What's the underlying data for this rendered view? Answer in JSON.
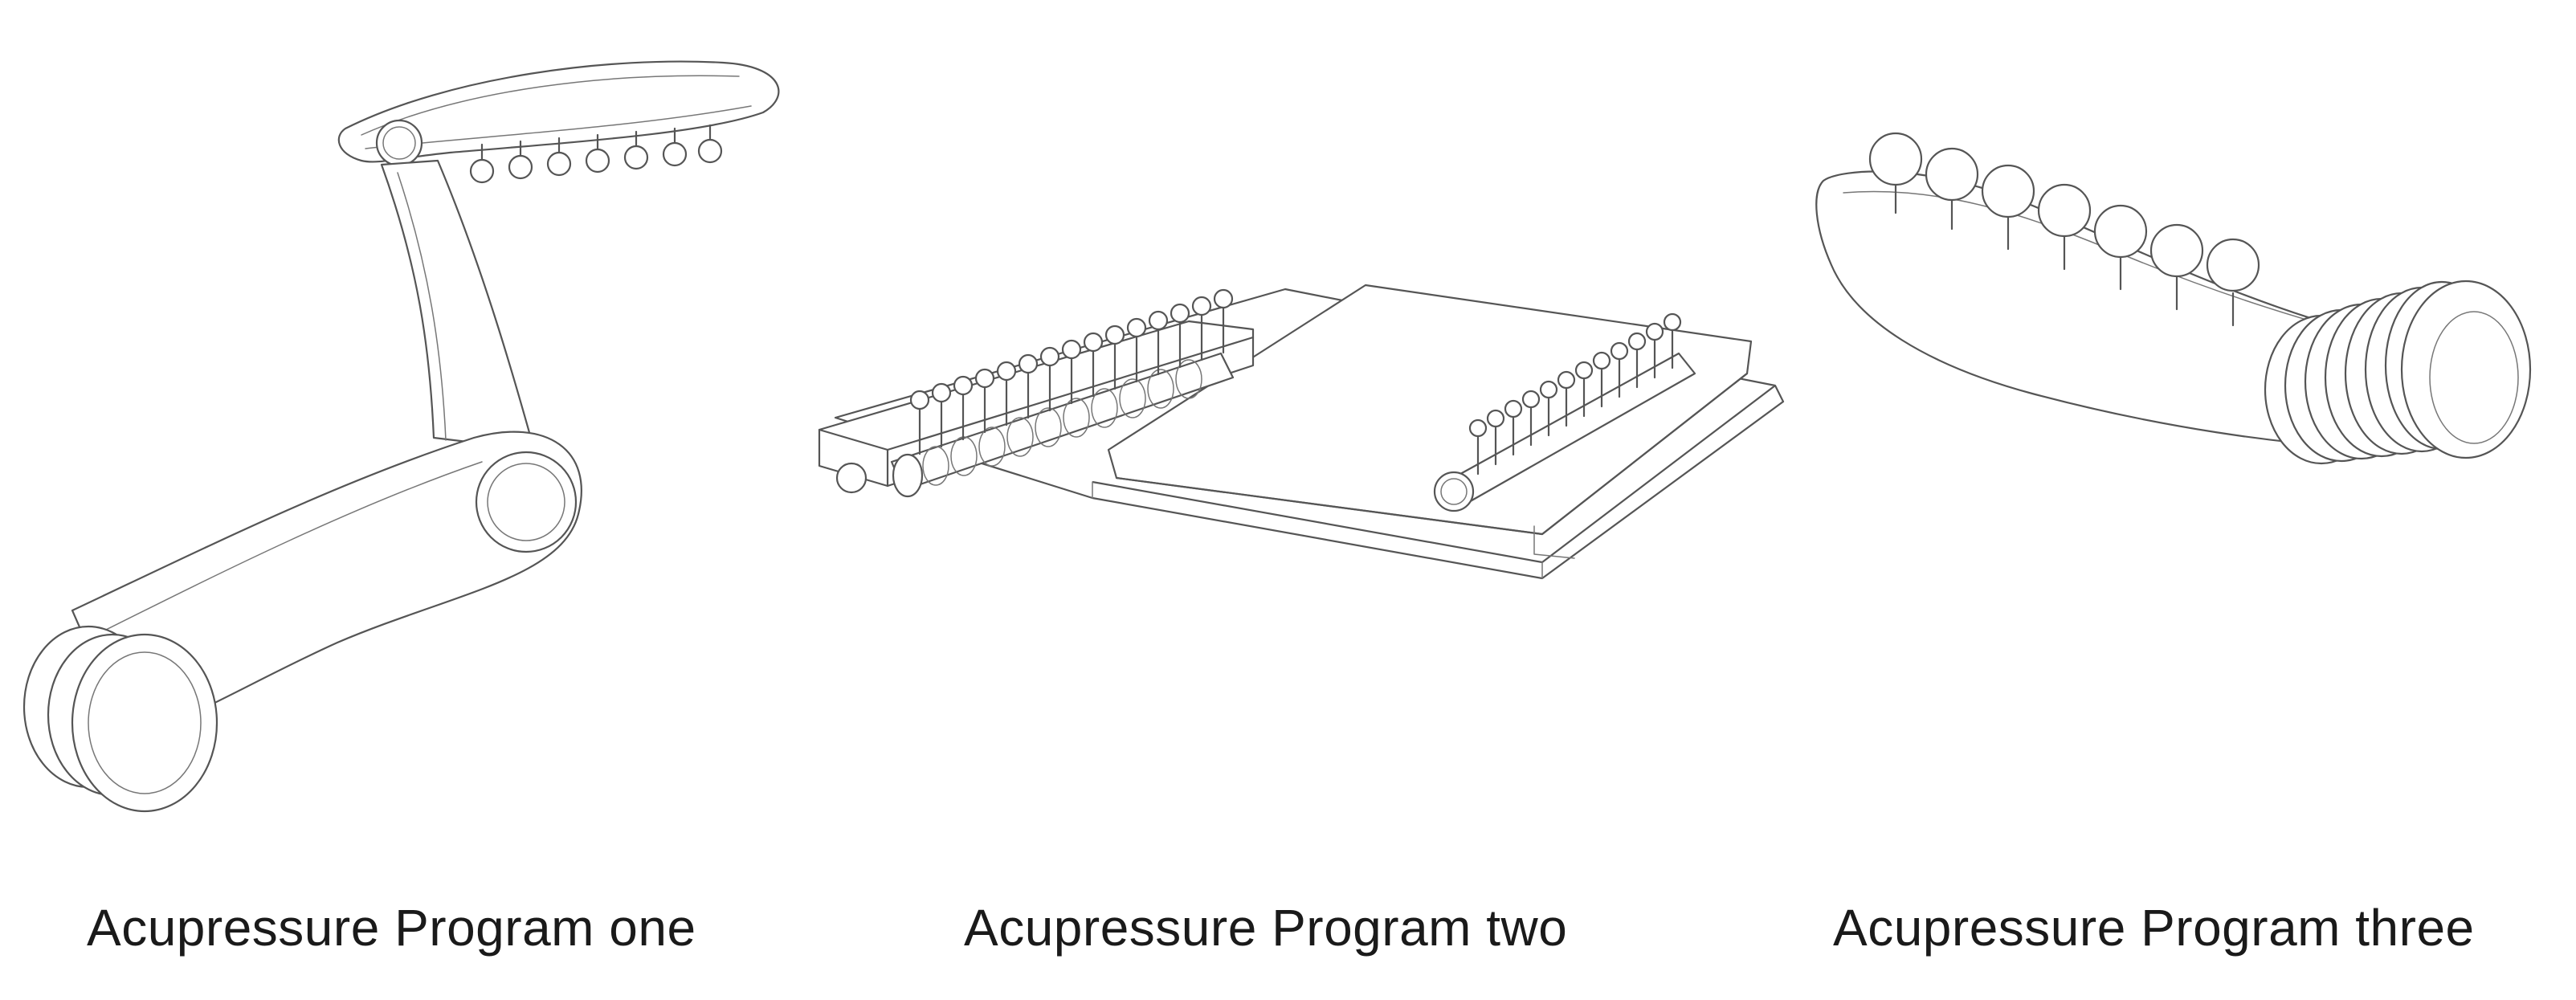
{
  "programs": [
    {
      "caption": "Acupressure Program one",
      "illustration_icon": "lever-arm-acupressure-device-icon"
    },
    {
      "caption": "Acupressure Program two",
      "illustration_icon": "roller-board-acupressure-device-icon"
    },
    {
      "caption": "Acupressure Program three",
      "illustration_icon": "spring-coil-acupressure-device-icon"
    }
  ]
}
